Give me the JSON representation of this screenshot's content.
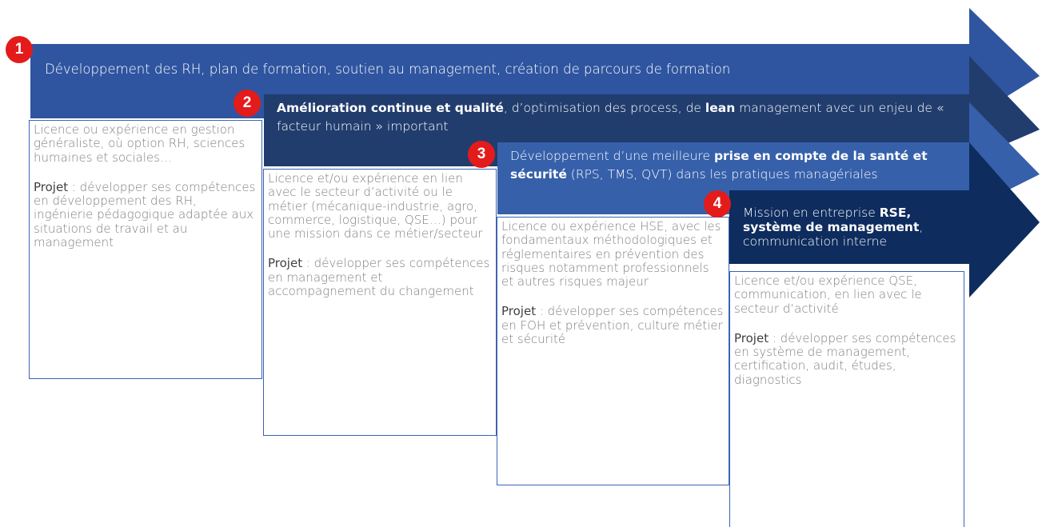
{
  "steps": [
    {
      "number": "1",
      "color": "#2f55a0",
      "banner": {
        "plain": "Développement des RH, plan de formation, soutien au management, création de parcours de formation"
      },
      "profile": "Licence ou expérience en gestion généraliste, où option RH, sciences humaines et sociales…",
      "project_label": "Projet",
      "project_text": " : développer ses compétences en développement des RH, ingénierie pédagogique adaptée aux situations de travail et au management"
    },
    {
      "number": "2",
      "color": "#213d6e",
      "banner": {
        "bold1": "Amélioration continue et qualité",
        "text1": ", d’optimisation des process, de ",
        "bold2": "lean",
        "text2": " management avec un enjeu de « facteur humain » important"
      },
      "profile": "Licence et/ou expérience en lien avec le secteur d’activité ou le métier (mécanique-industrie, agro, commerce, logistique, QSE…) pour une mission dans ce métier/secteur",
      "project_label": "Projet",
      "project_text": " : développer ses compétences en management et accompagnement du changement"
    },
    {
      "number": "3",
      "color": "#3660aa",
      "banner": {
        "text1": "Développement d’une meilleure ",
        "bold1": "prise en compte de la santé et sécurité",
        "text2": " (RPS, TMS, QVT) dans les pratiques managériales"
      },
      "profile": "Licence ou expérience HSE, avec les fondamentaux méthodologiques et réglementaires en prévention des risques notamment professionnels et autres risques majeur",
      "project_label": "Projet",
      "project_text": " : développer ses compétences en FOH et prévention, culture métier et sécurité"
    },
    {
      "number": "4",
      "color": "#0e2c5e",
      "banner": {
        "text1": "Mission en entreprise ",
        "bold1": "RSE, système de management",
        "text2": ", communication interne"
      },
      "profile": "Licence et/ou expérience QSE, communication, en lien avec le secteur d’activité",
      "project_label": "Projet",
      "project_text": " : développer ses compétences en système de management, certification, audit, études, diagnostics"
    }
  ]
}
